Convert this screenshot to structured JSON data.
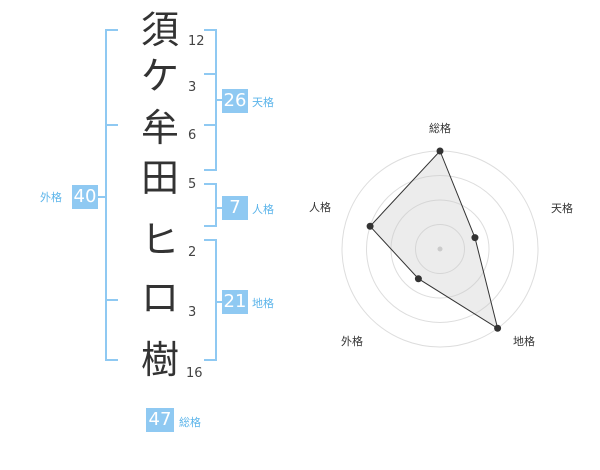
{
  "name": {
    "chars": [
      {
        "char": "須",
        "strokes": "12"
      },
      {
        "char": "ケ",
        "strokes": "3"
      },
      {
        "char": "牟",
        "strokes": "6"
      },
      {
        "char": "田",
        "strokes": "5"
      },
      {
        "char": "ヒ",
        "strokes": "2"
      },
      {
        "char": "ロ",
        "strokes": "3"
      },
      {
        "char": "樹",
        "strokes": "16"
      }
    ]
  },
  "kaku": {
    "gaikaku": {
      "value": "40",
      "label": "外格"
    },
    "tenkaku": {
      "value": "26",
      "label": "天格"
    },
    "jinkaku": {
      "value": "7",
      "label": "人格"
    },
    "chikaku": {
      "value": "21",
      "label": "地格"
    },
    "soukaku": {
      "value": "47",
      "label": "総格"
    }
  },
  "radar": {
    "axes": [
      "総格",
      "天格",
      "地格",
      "外格",
      "人格"
    ],
    "levels": 4,
    "values": [
      4,
      1.5,
      4,
      1.5,
      3
    ]
  },
  "colors": {
    "accent": "#8fc9f2",
    "accent_text": "#5bb4ea",
    "bracket": "#8fc9f2"
  }
}
